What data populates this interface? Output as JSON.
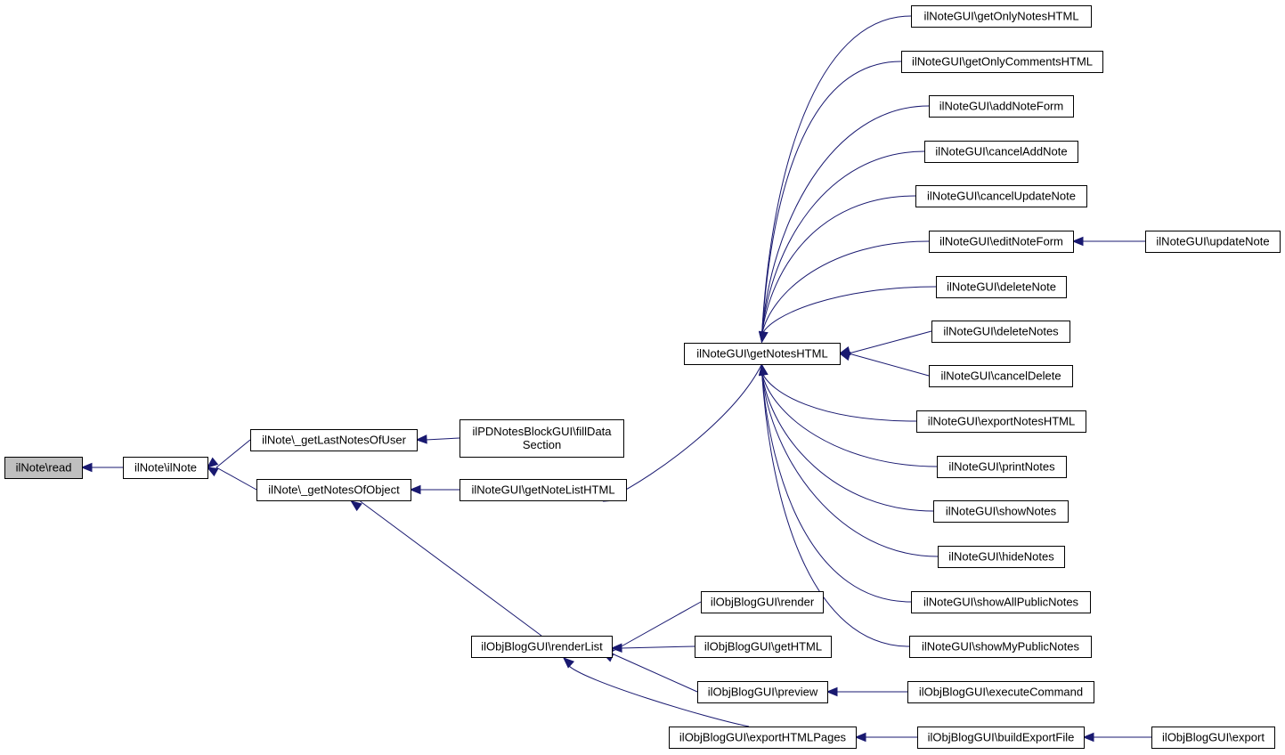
{
  "nodes": [
    {
      "id": "n_read",
      "lines": [
        "ilNote\\read"
      ],
      "root": true
    },
    {
      "id": "n_ilNote",
      "lines": [
        "ilNote\\ilNote"
      ]
    },
    {
      "id": "n_lastNotes",
      "lines": [
        "ilNote\\_getLastNotesOfUser"
      ]
    },
    {
      "id": "n_notesOfObject",
      "lines": [
        "ilNote\\_getNotesOfObject"
      ]
    },
    {
      "id": "n_pdNotes",
      "lines": [
        "ilPDNotesBlockGUI\\fillData",
        "Section"
      ]
    },
    {
      "id": "n_noteList",
      "lines": [
        "ilNoteGUI\\getNoteListHTML"
      ]
    },
    {
      "id": "n_renderList",
      "lines": [
        "ilObjBlogGUI\\renderList"
      ]
    },
    {
      "id": "n_notesHTML",
      "lines": [
        "ilNoteGUI\\getNotesHTML"
      ]
    },
    {
      "id": "n_onlyNotes",
      "lines": [
        "ilNoteGUI\\getOnlyNotesHTML"
      ]
    },
    {
      "id": "n_onlyComments",
      "lines": [
        "ilNoteGUI\\getOnlyCommentsHTML"
      ]
    },
    {
      "id": "n_addNoteForm",
      "lines": [
        "ilNoteGUI\\addNoteForm"
      ]
    },
    {
      "id": "n_cancelAdd",
      "lines": [
        "ilNoteGUI\\cancelAddNote"
      ]
    },
    {
      "id": "n_cancelUpdate",
      "lines": [
        "ilNoteGUI\\cancelUpdateNote"
      ]
    },
    {
      "id": "n_editForm",
      "lines": [
        "ilNoteGUI\\editNoteForm"
      ]
    },
    {
      "id": "n_updateNote",
      "lines": [
        "ilNoteGUI\\updateNote"
      ]
    },
    {
      "id": "n_deleteNote",
      "lines": [
        "ilNoteGUI\\deleteNote"
      ]
    },
    {
      "id": "n_deleteNotes",
      "lines": [
        "ilNoteGUI\\deleteNotes"
      ]
    },
    {
      "id": "n_cancelDelete",
      "lines": [
        "ilNoteGUI\\cancelDelete"
      ]
    },
    {
      "id": "n_exportNotes",
      "lines": [
        "ilNoteGUI\\exportNotesHTML"
      ]
    },
    {
      "id": "n_printNotes",
      "lines": [
        "ilNoteGUI\\printNotes"
      ]
    },
    {
      "id": "n_showNotes",
      "lines": [
        "ilNoteGUI\\showNotes"
      ]
    },
    {
      "id": "n_hideNotes",
      "lines": [
        "ilNoteGUI\\hideNotes"
      ]
    },
    {
      "id": "n_showAllPublic",
      "lines": [
        "ilNoteGUI\\showAllPublicNotes"
      ]
    },
    {
      "id": "n_showMyPublic",
      "lines": [
        "ilNoteGUI\\showMyPublicNotes"
      ]
    },
    {
      "id": "n_render",
      "lines": [
        "ilObjBlogGUI\\render"
      ]
    },
    {
      "id": "n_getHTML",
      "lines": [
        "ilObjBlogGUI\\getHTML"
      ]
    },
    {
      "id": "n_preview",
      "lines": [
        "ilObjBlogGUI\\preview"
      ]
    },
    {
      "id": "n_exportPages",
      "lines": [
        "ilObjBlogGUI\\exportHTMLPages"
      ]
    },
    {
      "id": "n_execCmd",
      "lines": [
        "ilObjBlogGUI\\executeCommand"
      ]
    },
    {
      "id": "n_buildExport",
      "lines": [
        "ilObjBlogGUI\\buildExportFile"
      ]
    },
    {
      "id": "n_export",
      "lines": [
        "ilObjBlogGUI\\export"
      ]
    }
  ],
  "edges": [
    {
      "from": "n_ilNote",
      "to": "n_read"
    },
    {
      "from": "n_lastNotes",
      "to": "n_ilNote"
    },
    {
      "from": "n_notesOfObject",
      "to": "n_ilNote"
    },
    {
      "from": "n_pdNotes",
      "to": "n_lastNotes"
    },
    {
      "from": "n_noteList",
      "to": "n_notesOfObject"
    },
    {
      "from": "n_renderList",
      "to": "n_notesOfObject"
    },
    {
      "from": "n_notesHTML",
      "to": "n_noteList"
    },
    {
      "from": "n_onlyNotes",
      "to": "n_notesHTML"
    },
    {
      "from": "n_onlyComments",
      "to": "n_notesHTML"
    },
    {
      "from": "n_addNoteForm",
      "to": "n_notesHTML"
    },
    {
      "from": "n_cancelAdd",
      "to": "n_notesHTML"
    },
    {
      "from": "n_cancelUpdate",
      "to": "n_notesHTML"
    },
    {
      "from": "n_editForm",
      "to": "n_notesHTML"
    },
    {
      "from": "n_deleteNote",
      "to": "n_notesHTML"
    },
    {
      "from": "n_deleteNotes",
      "to": "n_notesHTML"
    },
    {
      "from": "n_cancelDelete",
      "to": "n_notesHTML"
    },
    {
      "from": "n_exportNotes",
      "to": "n_notesHTML"
    },
    {
      "from": "n_printNotes",
      "to": "n_notesHTML"
    },
    {
      "from": "n_showNotes",
      "to": "n_notesHTML"
    },
    {
      "from": "n_hideNotes",
      "to": "n_notesHTML"
    },
    {
      "from": "n_showAllPublic",
      "to": "n_notesHTML"
    },
    {
      "from": "n_showMyPublic",
      "to": "n_notesHTML"
    },
    {
      "from": "n_updateNote",
      "to": "n_editForm"
    },
    {
      "from": "n_render",
      "to": "n_renderList"
    },
    {
      "from": "n_getHTML",
      "to": "n_renderList"
    },
    {
      "from": "n_preview",
      "to": "n_renderList"
    },
    {
      "from": "n_exportPages",
      "to": "n_renderList"
    },
    {
      "from": "n_execCmd",
      "to": "n_preview"
    },
    {
      "from": "n_buildExport",
      "to": "n_exportPages"
    },
    {
      "from": "n_export",
      "to": "n_buildExport"
    }
  ],
  "colors": {
    "edge": "#191970",
    "root_fill": "#bfbfbf",
    "node_fill": "#ffffff",
    "node_border": "#000000"
  }
}
